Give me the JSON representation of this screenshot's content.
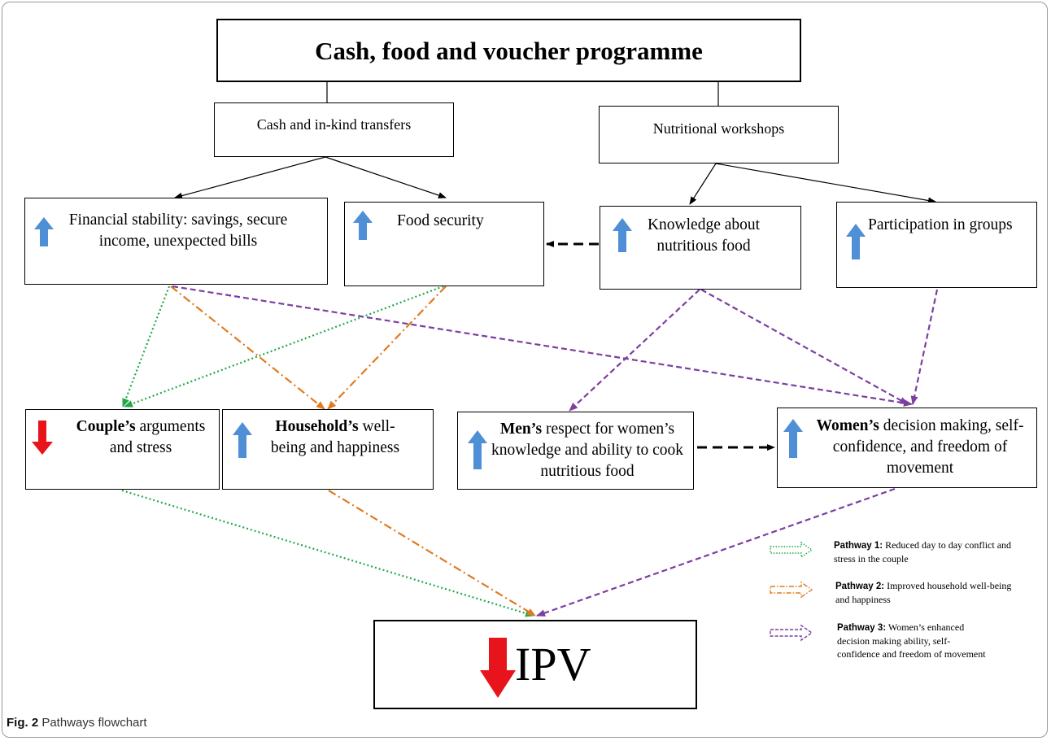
{
  "title": "Cash, food and voucher programme",
  "nodes": {
    "cash_transfers": "Cash and in-kind transfers",
    "workshops": "Nutritional workshops",
    "financial_stability": "Financial stability: savings, secure income, unexpected bills",
    "food_security": "Food security",
    "knowledge": "Knowledge about nutritious food",
    "participation": "Participation in groups",
    "couples_bold": "Couple’s",
    "couples_rest": " arguments and stress",
    "household_bold": "Household’s",
    "household_rest": " well-being and happiness",
    "men_bold": "Men’s",
    "men_rest": " respect for women’s knowledge and ability to cook nutritious food",
    "women_bold": "Women’s",
    "women_rest": " decision making, self-confidence, and freedom of movement",
    "ipv": "IPV"
  },
  "legend": [
    {
      "label": "Pathway 1:",
      "text": " Reduced day to day conflict and stress in the couple",
      "color": "#22a84a",
      "style": "dotted"
    },
    {
      "label": "Pathway 2:",
      "text": " Improved household well-being and happiness",
      "color": "#e07b1f",
      "style": "dash-dot"
    },
    {
      "label": "Pathway 3:",
      "text": " Women’s enhanced decision making ability, self-confidence and freedom of movement",
      "color": "#7b3fa0",
      "style": "dashed"
    }
  ],
  "caption": {
    "fig": "Fig. 2",
    "text": " Pathways flowchart"
  },
  "colors": {
    "up_arrow": "#4f8fd6",
    "down_arrow": "#e8141b",
    "pathway1": "#22a84a",
    "pathway2": "#e07b1f",
    "pathway3": "#7b3fa0",
    "link": "#000000"
  }
}
